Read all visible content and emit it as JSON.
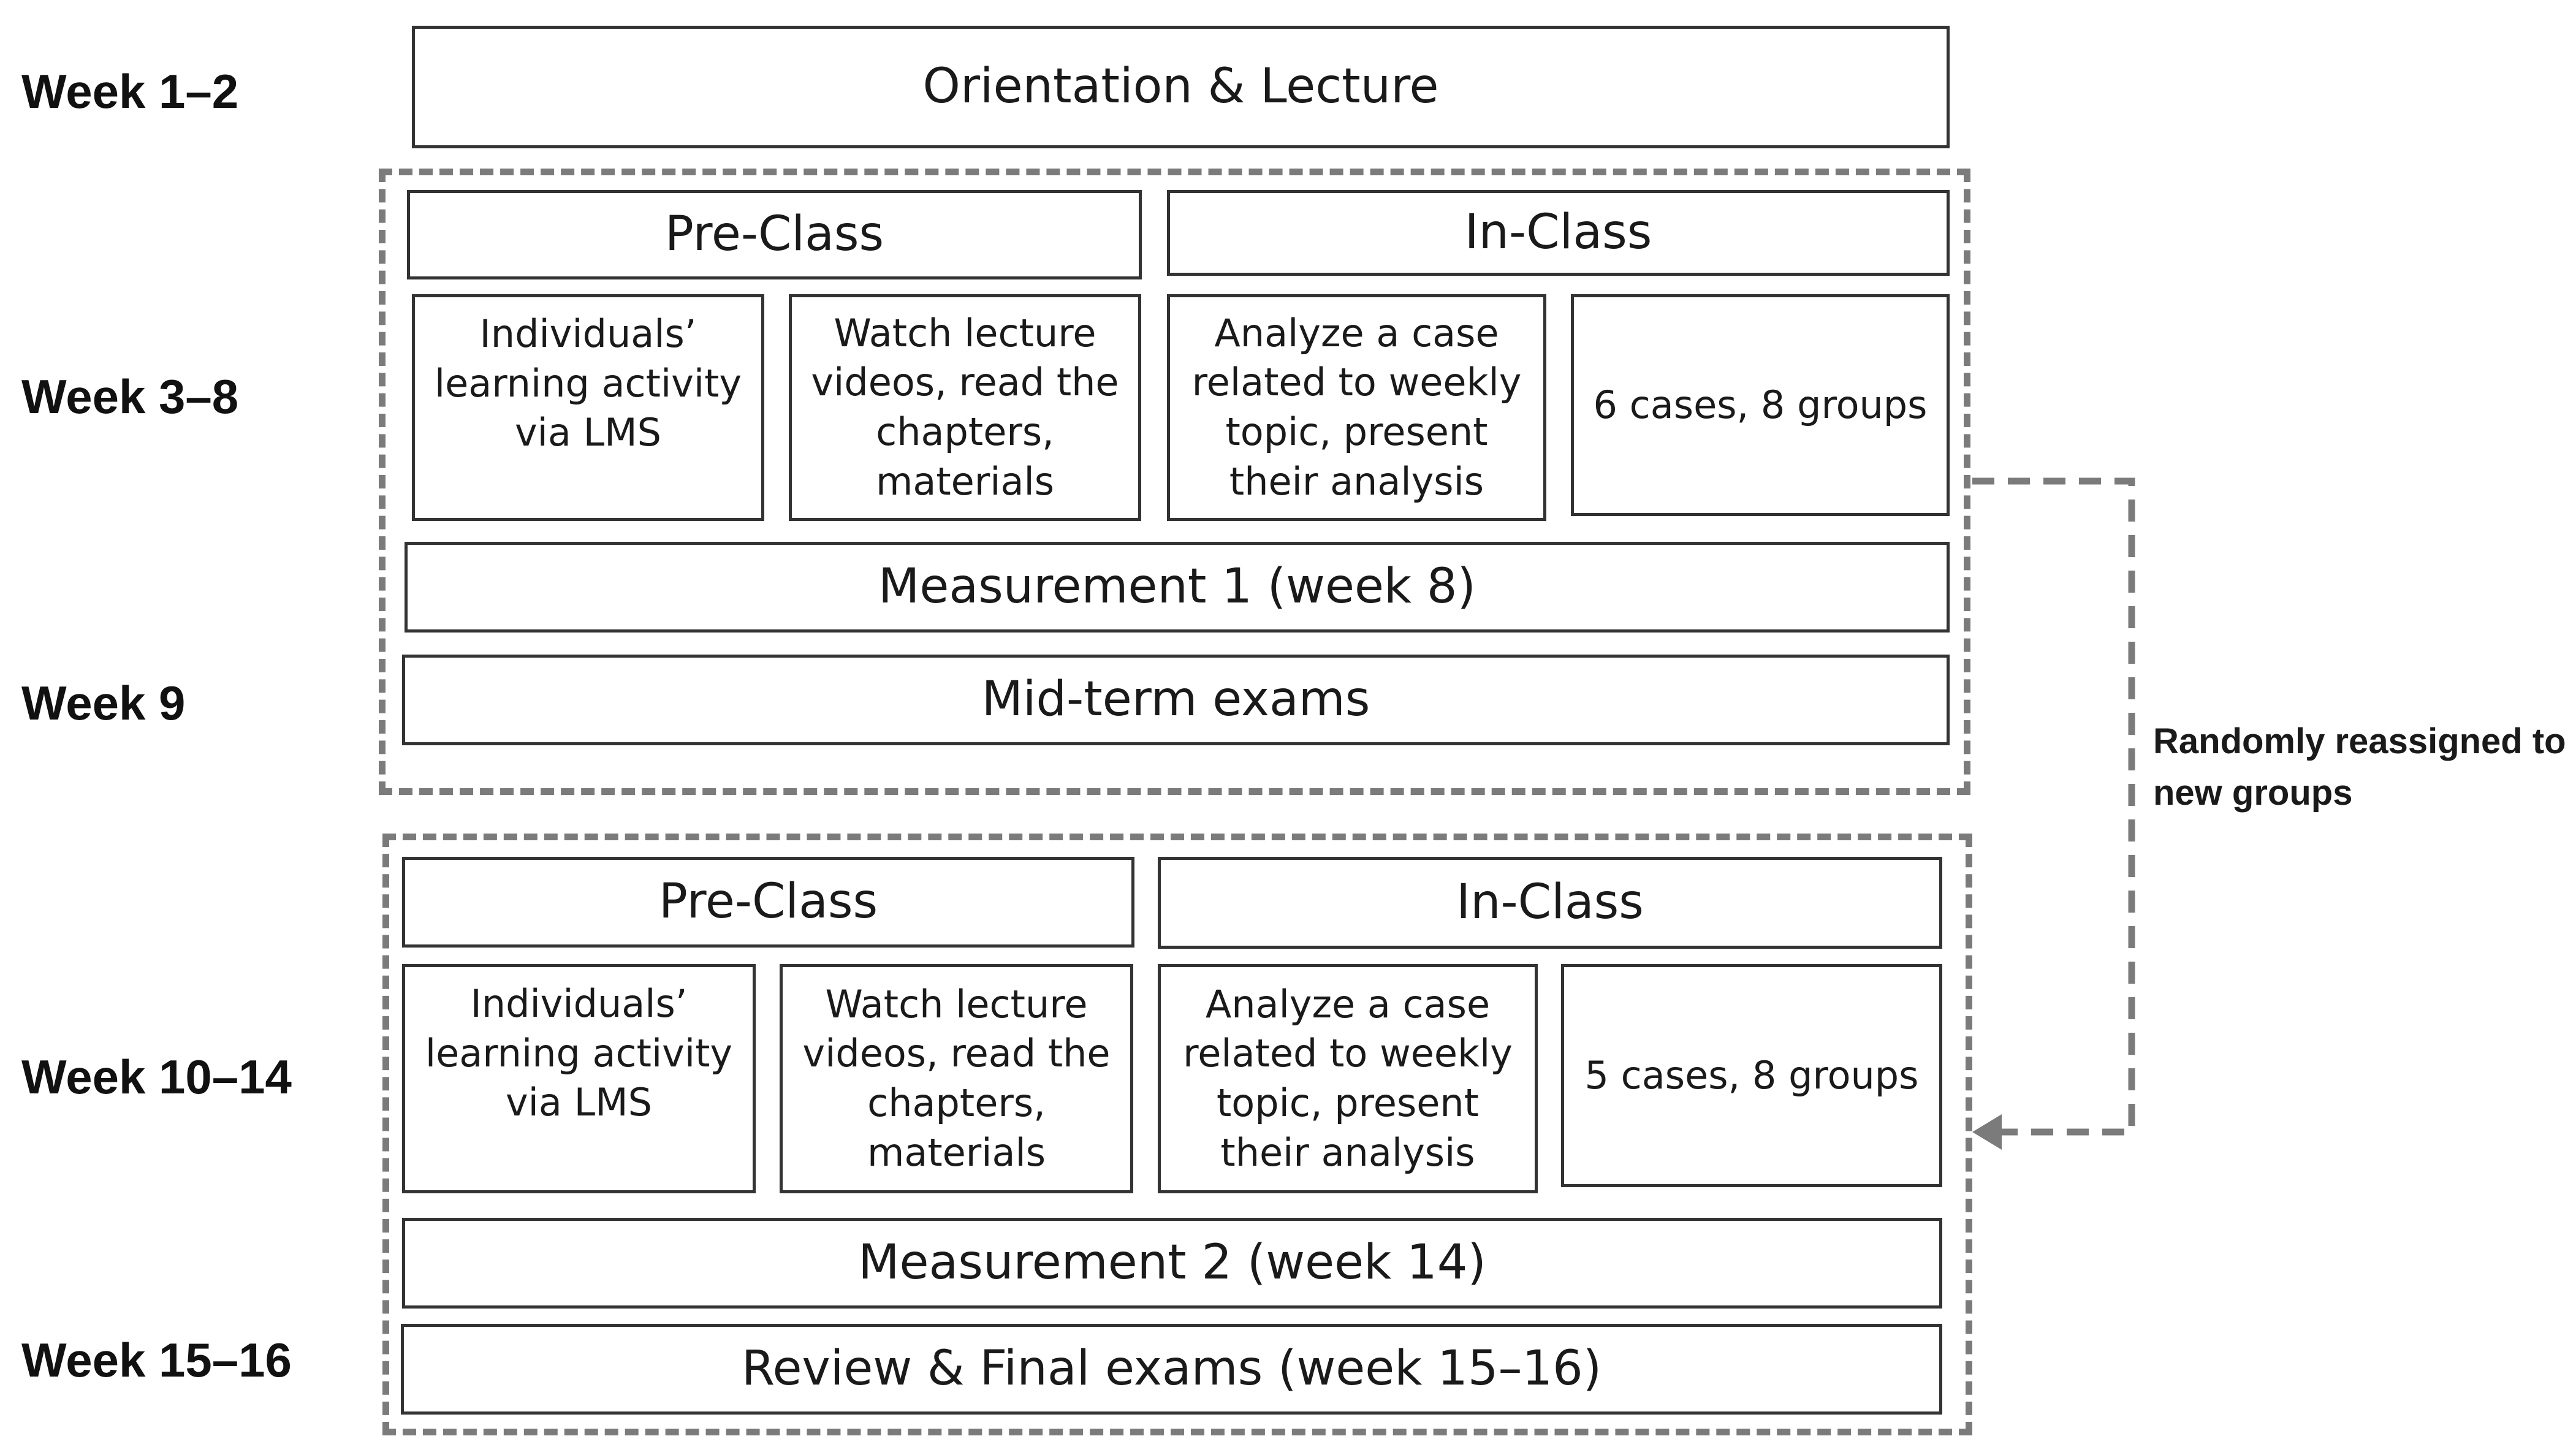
{
  "weeks": {
    "w1": "Week 1–2",
    "w2": "Week 3–8",
    "w3": "Week 9",
    "w4": "Week 10–14",
    "w5": "Week 15–16"
  },
  "orientation": "Orientation & Lecture",
  "phase1": {
    "pre_class": "Pre-Class",
    "in_class": "In-Class",
    "individual_activity": "Individuals’ learning activity via LMS",
    "watch_videos": "Watch lecture videos, read the chapters, materials",
    "analyze_case": "Analyze a case related to weekly topic, present their analysis",
    "cases_groups": "6 cases, 8 groups",
    "measurement": "Measurement 1 (week 8)",
    "midterm": "Mid-term exams"
  },
  "phase2": {
    "pre_class": "Pre-Class",
    "in_class": "In-Class",
    "individual_activity": "Individuals’ learning activity via LMS",
    "watch_videos": "Watch lecture videos, read the chapters, materials",
    "analyze_case": "Analyze a case related to weekly topic, present their analysis",
    "cases_groups": "5 cases, 8 groups",
    "measurement": "Measurement 2 (week 14)",
    "final": "Review & Final exams (week 15–16)"
  },
  "reassign_note": "Randomly reassigned to new groups",
  "colors": {
    "border": "#333333",
    "dashed": "#7b7b7b"
  }
}
